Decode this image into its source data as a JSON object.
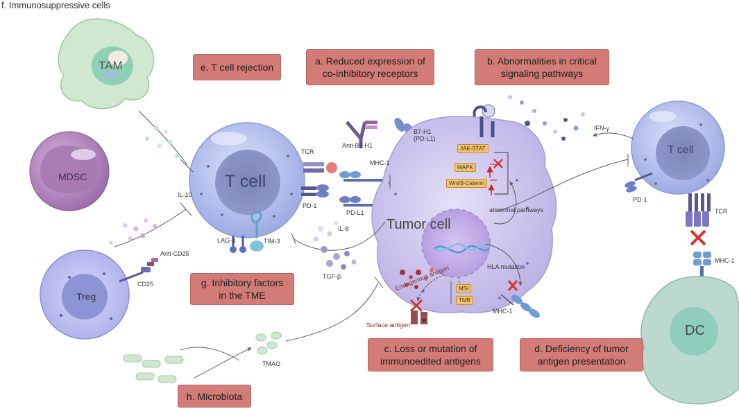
{
  "header": {
    "title": "f. Immunosuppressive cells"
  },
  "boxes": {
    "e": "e. T cell rejection",
    "a": "a. Reduced expression of\nco-inhibitory receptors",
    "b": "b. Abnormalities in critical\nsignaling pathways",
    "g": "g. Inhibitory factors\nin the TME",
    "c": "c. Loss or mutation of\nimmunoedited antigens",
    "d": "d. Deficiency of tumor\nantigen presentation",
    "h": "h. Microbiota"
  },
  "cells": {
    "tam": "TAM",
    "mdsc": "MDSC",
    "treg": "Treg",
    "tcell_left": "T cell",
    "tcell_right": "T cell",
    "tumor": "Tumor cell",
    "dc": "DC"
  },
  "labels": {
    "il10": "IL-10",
    "anti_cd25": "Anti-CD25",
    "cd25": "CD25",
    "lag3": "LAG-3",
    "tim3": "TIM-3",
    "tcr_left": "TCR",
    "pd1_left": "PD-1",
    "anti_b7h1": "Anti-B7-H1",
    "b7h1": "B7-H1\n(PD-L1)",
    "mhc1_left": "MHC-1",
    "pdl1": "PD-L1",
    "il8": "IL-8",
    "tgfb": "TGF-β",
    "ifng": "IFN-γ",
    "abnormal": "abnormal pathways",
    "hla": "HLA mutation",
    "endogenous": "Endogenous antigen",
    "surface": "Surface antigen",
    "mhc1_tumor": "MHC-1",
    "pd1_right": "PD-1",
    "tcr_right": "TCR",
    "mhc1_right": "MHC-1",
    "tmao": "TMAO"
  },
  "pathways": {
    "jak": "JAK-STAT",
    "mapk": "MAPK",
    "wnt": "Wnt/β-Catenin",
    "msi": "MSI",
    "tmb": "TMB"
  },
  "colors": {
    "box": "#d27b77",
    "tcell": "#b9c3ee",
    "tumor": "#cfc7ef",
    "tam": "#cfe8cf",
    "mdsc": "#b48bc0",
    "dc": "#bcd9d0",
    "receptor": "#6f7fc4",
    "inhibit_x": "#d7332e"
  }
}
